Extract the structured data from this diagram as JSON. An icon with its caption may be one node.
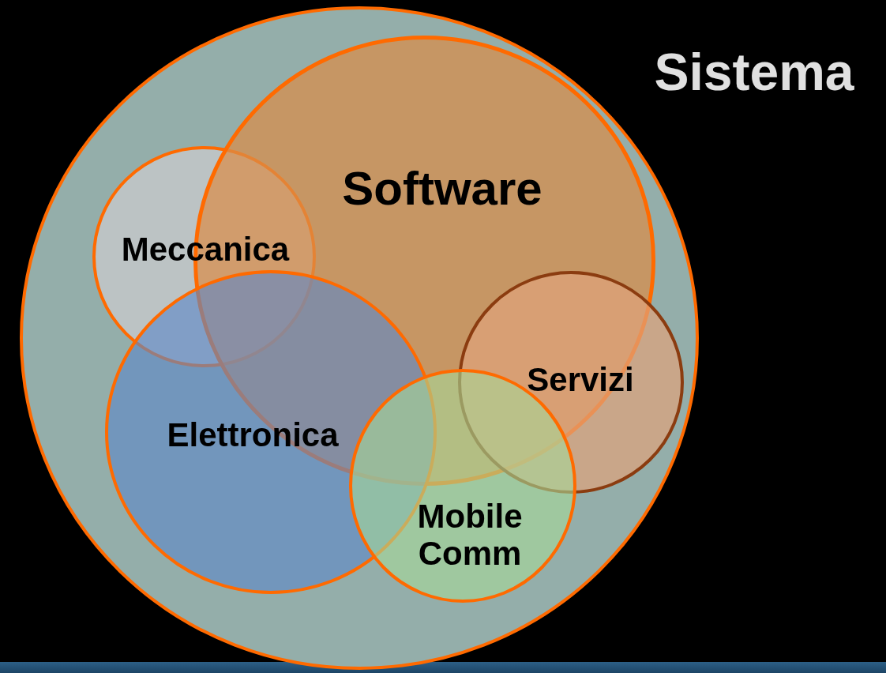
{
  "diagram": {
    "nodes": [
      {
        "text": [
          "Sistema"
        ]
      },
      {
        "text": [
          "Software"
        ],
        "in": 0
      },
      {
        "text": [
          "Meccanica"
        ],
        "in": 0
      },
      {
        "text": [
          "Servizi"
        ],
        "in": 0
      },
      {
        "text": [
          "Elettronica"
        ],
        "in": 0
      },
      {
        "text": [
          "Mobile Comm"
        ],
        "in": 0
      }
    ],
    "edges": []
  }
}
